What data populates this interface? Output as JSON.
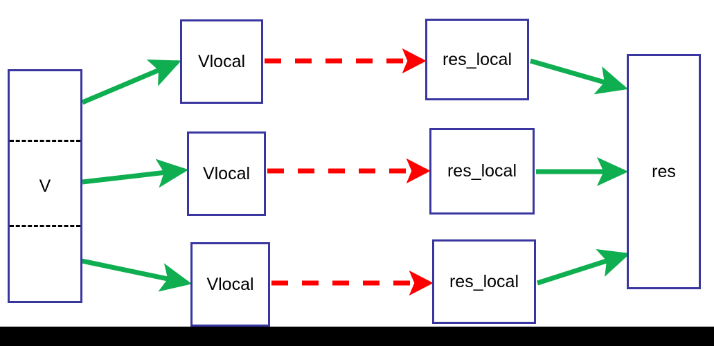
{
  "diagram": {
    "title": "Vlocal to res_local parallel reduction diagram",
    "colors": {
      "node_border": "#3a36a0",
      "node_fill": "#ffffff",
      "scatter_gather_arrow": "#0fae50",
      "compute_arrow": "#ff0000",
      "divider": "#000000",
      "text": "#000000",
      "caption_background": "#000000",
      "caption_text": "#ffffff"
    },
    "nodes": {
      "source": {
        "label": "V",
        "partitions": 3
      },
      "local_inputs": [
        {
          "label": "Vlocal"
        },
        {
          "label": "Vlocal"
        },
        {
          "label": "Vlocal"
        }
      ],
      "local_results": [
        {
          "label": "res_local"
        },
        {
          "label": "res_local"
        },
        {
          "label": "res_local"
        }
      ],
      "result": {
        "label": "res"
      }
    },
    "edges": {
      "scatter": [
        {
          "from": "V",
          "to": "Vlocal",
          "style": "solid",
          "color": "#0fae50"
        },
        {
          "from": "V",
          "to": "Vlocal",
          "style": "solid",
          "color": "#0fae50"
        },
        {
          "from": "V",
          "to": "Vlocal",
          "style": "solid",
          "color": "#0fae50"
        }
      ],
      "compute": [
        {
          "from": "Vlocal",
          "to": "res_local",
          "style": "dashed",
          "color": "#ff0000"
        },
        {
          "from": "Vlocal",
          "to": "res_local",
          "style": "dashed",
          "color": "#ff0000"
        },
        {
          "from": "Vlocal",
          "to": "res_local",
          "style": "dashed",
          "color": "#ff0000"
        }
      ],
      "gather": [
        {
          "from": "res_local",
          "to": "res",
          "style": "solid",
          "color": "#0fae50"
        },
        {
          "from": "res_local",
          "to": "res",
          "style": "solid",
          "color": "#0fae50"
        },
        {
          "from": "res_local",
          "to": "res",
          "style": "solid",
          "color": "#0fae50"
        }
      ]
    },
    "caption": {
      "text": ""
    }
  }
}
